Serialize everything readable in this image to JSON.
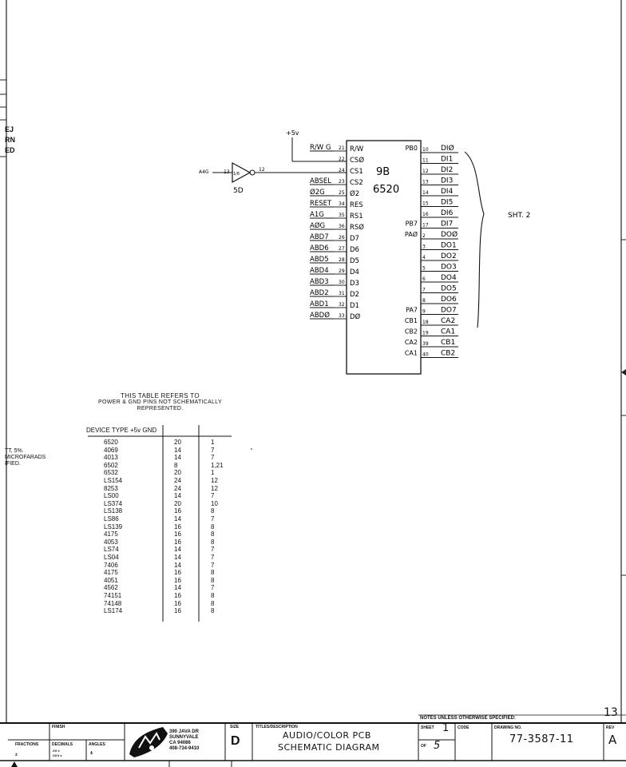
{
  "schematic": {
    "power_label": "+5v",
    "chip_id": "9B",
    "chip_type": "6520",
    "inverter": {
      "input_label": "A4G",
      "input_pin": "13",
      "output_pin": "12",
      "gate_num": "1/6",
      "gate_ref": "5D"
    },
    "left_signals": [
      {
        "label": "R/W G",
        "pin": "21",
        "chip_pin": "R/W",
        "wire": true
      },
      {
        "label": "",
        "pin": "22",
        "chip_pin": "CSØ",
        "wire": false
      },
      {
        "label": "",
        "pin": "24",
        "chip_pin": "CS1",
        "wire": false
      },
      {
        "label": "ABSEL",
        "pin": "23",
        "chip_pin": "CS2",
        "wire": true
      },
      {
        "label": "Ø2G",
        "pin": "25",
        "chip_pin": "Ø2",
        "wire": true
      },
      {
        "label": "RESET",
        "pin": "34",
        "chip_pin": "RES",
        "wire": true
      },
      {
        "label": "A1G",
        "pin": "35",
        "chip_pin": "RS1",
        "wire": true
      },
      {
        "label": "AØG",
        "pin": "36",
        "chip_pin": "RSØ",
        "wire": true
      },
      {
        "label": "ABD7",
        "pin": "26",
        "chip_pin": "D7",
        "wire": true
      },
      {
        "label": "ABD6",
        "pin": "27",
        "chip_pin": "D6",
        "wire": true
      },
      {
        "label": "ABD5",
        "pin": "28",
        "chip_pin": "D5",
        "wire": true
      },
      {
        "label": "ABD4",
        "pin": "29",
        "chip_pin": "D4",
        "wire": true
      },
      {
        "label": "ABD3",
        "pin": "30",
        "chip_pin": "D3",
        "wire": true
      },
      {
        "label": "ABD2",
        "pin": "31",
        "chip_pin": "D2",
        "wire": true
      },
      {
        "label": "ABD1",
        "pin": "32",
        "chip_pin": "D1",
        "wire": true
      },
      {
        "label": "ABDØ",
        "pin": "33",
        "chip_pin": "DØ",
        "wire": true
      }
    ],
    "right_signals": [
      {
        "chip_pin": "PB0",
        "pin": "10",
        "label": "DIØ"
      },
      {
        "chip_pin": "",
        "pin": "11",
        "label": "DI1"
      },
      {
        "chip_pin": "",
        "pin": "12",
        "label": "DI2"
      },
      {
        "chip_pin": "",
        "pin": "13",
        "label": "DI3"
      },
      {
        "chip_pin": "",
        "pin": "14",
        "label": "DI4"
      },
      {
        "chip_pin": "",
        "pin": "15",
        "label": "DI5"
      },
      {
        "chip_pin": "",
        "pin": "16",
        "label": "DI6"
      },
      {
        "chip_pin": "PB7",
        "pin": "17",
        "label": "DI7"
      },
      {
        "chip_pin": "PAØ",
        "pin": "2",
        "label": "DOØ"
      },
      {
        "chip_pin": "",
        "pin": "3",
        "label": "DO1"
      },
      {
        "chip_pin": "",
        "pin": "4",
        "label": "DO2"
      },
      {
        "chip_pin": "",
        "pin": "5",
        "label": "DO3"
      },
      {
        "chip_pin": "",
        "pin": "6",
        "label": "DO4"
      },
      {
        "chip_pin": "",
        "pin": "7",
        "label": "DO5"
      },
      {
        "chip_pin": "",
        "pin": "8",
        "label": "DO6"
      },
      {
        "chip_pin": "PA7",
        "pin": "9",
        "label": "DO7"
      },
      {
        "chip_pin": "CB1",
        "pin": "18",
        "label": "CA2"
      },
      {
        "chip_pin": "CB2",
        "pin": "19",
        "label": "CA1"
      },
      {
        "chip_pin": "CA2",
        "pin": "39",
        "label": "CB1"
      },
      {
        "chip_pin": "CA1",
        "pin": "40",
        "label": "CB2"
      }
    ],
    "sheet_ref": "SHT. 2"
  },
  "power_table": {
    "title_lines": [
      "THIS TABLE REFERS TO",
      "POWER & GND PINS NOT SCHEMATICALLY",
      "REPRESENTED."
    ],
    "headers": [
      "DEVICE TYPE",
      "+5v",
      "GND"
    ],
    "rows": [
      [
        "6520",
        "20",
        "1"
      ],
      [
        "4069",
        "14",
        "7"
      ],
      [
        "4013",
        "14",
        "7"
      ],
      [
        "6502",
        "8",
        "1,21"
      ],
      [
        "6532",
        "20",
        "1"
      ],
      [
        "LS154",
        "24",
        "12"
      ],
      [
        "8253",
        "24",
        "12"
      ],
      [
        "LS00",
        "14",
        "7"
      ],
      [
        "LS374",
        "20",
        "10"
      ],
      [
        "LS138",
        "16",
        "8"
      ],
      [
        "LS86",
        "14",
        "7"
      ],
      [
        "LS139",
        "16",
        "8"
      ],
      [
        "4175",
        "16",
        "8"
      ],
      [
        "4053",
        "16",
        "8"
      ],
      [
        "LS74",
        "14",
        "7"
      ],
      [
        "LS04",
        "14",
        "7"
      ],
      [
        "7406",
        "14",
        "7"
      ],
      [
        "4175",
        "16",
        "8"
      ],
      [
        "4051",
        "16",
        "8"
      ],
      [
        "4562",
        "14",
        "7"
      ],
      [
        "74151",
        "16",
        "8"
      ],
      [
        "74148",
        "16",
        "8"
      ],
      [
        "LS174",
        "16",
        "8"
      ]
    ]
  },
  "left_notes": [
    "TT, 5%.",
    "MICROFARADS",
    "IFIED."
  ],
  "left_margin_letters": [
    "EJ",
    "RN",
    "ED"
  ],
  "title_block": {
    "notes_header": "NOTES UNLESS OTHERWISE SPECIFIED:",
    "page_number": "13",
    "finish_label": "FINISH",
    "fractions_label": "FRACTIONS",
    "decimals_label": "DECIMALS",
    "decimals_values": [
      ".XX ±",
      ".XXX ±"
    ],
    "angles_label": "ANGLES",
    "fractions_value": "±",
    "angles_value": "±",
    "company_address": [
      "390 JAVA DR",
      "SUNNYVALE",
      "CA 94086",
      "408-734-9410"
    ],
    "size_label": "SIZE",
    "size_value": "D",
    "titles_label": "TITLES/DESCRIPTION",
    "title_line1": "AUDIO/COLOR  PCB",
    "title_line2": "SCHEMATIC  DIAGRAM",
    "sheet_label": "SHEET",
    "sheet_value": "1",
    "of_label": "OF",
    "of_value": "5",
    "code_label": "CODE",
    "drawing_no_label": "DRAWING NO.",
    "drawing_no": "77-3587-11",
    "rev_label": "REV",
    "rev_value": "A"
  }
}
